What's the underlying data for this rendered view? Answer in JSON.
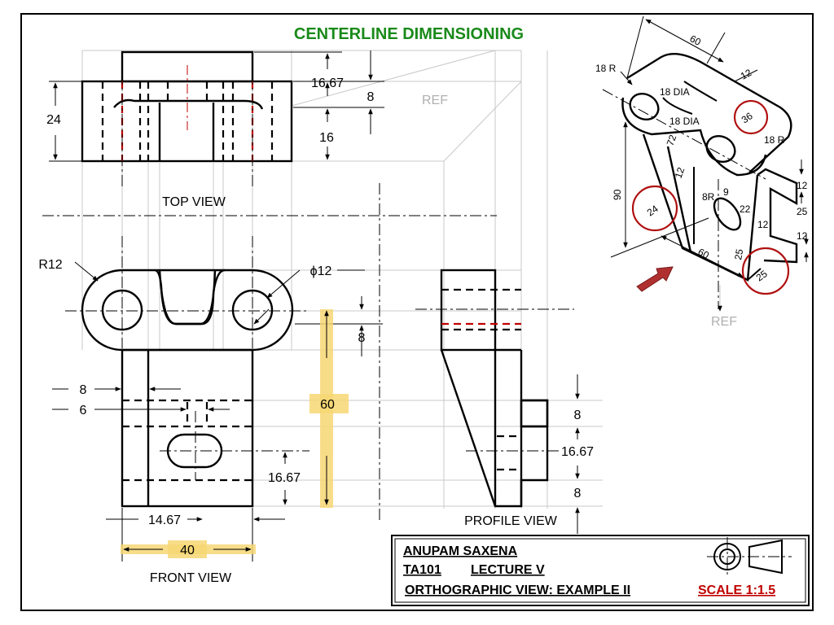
{
  "title": "CENTERLINE  DIMENSIONING",
  "views": {
    "top": "TOP VIEW",
    "front": "FRONT VIEW",
    "profile": "PROFILE VIEW"
  },
  "ref_labels": [
    "REF",
    "REF"
  ],
  "dimensions": {
    "top_24": "24",
    "top_16_67": "16.67",
    "top_8": "8",
    "top_16": "16",
    "front_r12": "R12",
    "front_phi12": "ϕ12",
    "front_8_right": "8",
    "front_60": "60",
    "front_8_left": "8",
    "front_6_left": "6",
    "front_16_67": "16.67",
    "front_14_67": "14.67",
    "front_40": "40",
    "profile_8_top": "8",
    "profile_16_67": "16.67",
    "profile_8_bottom": "8"
  },
  "iso_dims": {
    "d60_top": "60",
    "r18_left": "18 R",
    "d12_top": "12",
    "dia18_a": "18 DIA",
    "dia18_b": "18 DIA",
    "d36": "36",
    "r18_right": "18 R",
    "d72": "72",
    "d12_side": "12",
    "d90": "90",
    "d24": "24",
    "d9": "9",
    "r8": "8R",
    "d22": "22",
    "d12_r1": "12",
    "d25_r": "25",
    "d12_r2": "12",
    "d12_r3": "12",
    "d60_bottom": "60",
    "d25_b1": "25",
    "d25_b2": "25"
  },
  "title_block": {
    "author": "ANUPAM SAXENA",
    "course": "TA101",
    "lecture": "LECTURE   V",
    "subject": "ORTHOGRAPHIC VIEW: EXAMPLE II",
    "scale": "SCALE  1:1.5"
  },
  "colors": {
    "title_green": "#1a8a1a",
    "accent_red": "#c00000",
    "highlight_yellow": "#f7d774",
    "projection_gray": "#c8c8c8"
  }
}
